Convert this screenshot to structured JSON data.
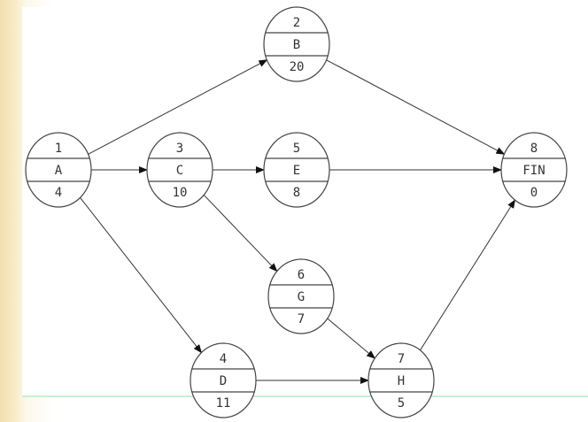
{
  "diagram": {
    "type": "activity-on-node network",
    "nodes": [
      {
        "id": "A",
        "number": "1",
        "label": "A",
        "duration": "4"
      },
      {
        "id": "B",
        "number": "2",
        "label": "B",
        "duration": "20"
      },
      {
        "id": "C",
        "number": "3",
        "label": "C",
        "duration": "10"
      },
      {
        "id": "D",
        "number": "4",
        "label": "D",
        "duration": "11"
      },
      {
        "id": "E",
        "number": "5",
        "label": "E",
        "duration": "8"
      },
      {
        "id": "G",
        "number": "6",
        "label": "G",
        "duration": "7"
      },
      {
        "id": "H",
        "number": "7",
        "label": "H",
        "duration": "5"
      },
      {
        "id": "FIN",
        "number": "8",
        "label": "FIN",
        "duration": "0"
      }
    ],
    "edges": [
      {
        "from": "A",
        "to": "B"
      },
      {
        "from": "A",
        "to": "C"
      },
      {
        "from": "A",
        "to": "D"
      },
      {
        "from": "C",
        "to": "E"
      },
      {
        "from": "C",
        "to": "G"
      },
      {
        "from": "B",
        "to": "FIN"
      },
      {
        "from": "E",
        "to": "FIN"
      },
      {
        "from": "G",
        "to": "H"
      },
      {
        "from": "D",
        "to": "H"
      },
      {
        "from": "H",
        "to": "FIN"
      }
    ]
  }
}
